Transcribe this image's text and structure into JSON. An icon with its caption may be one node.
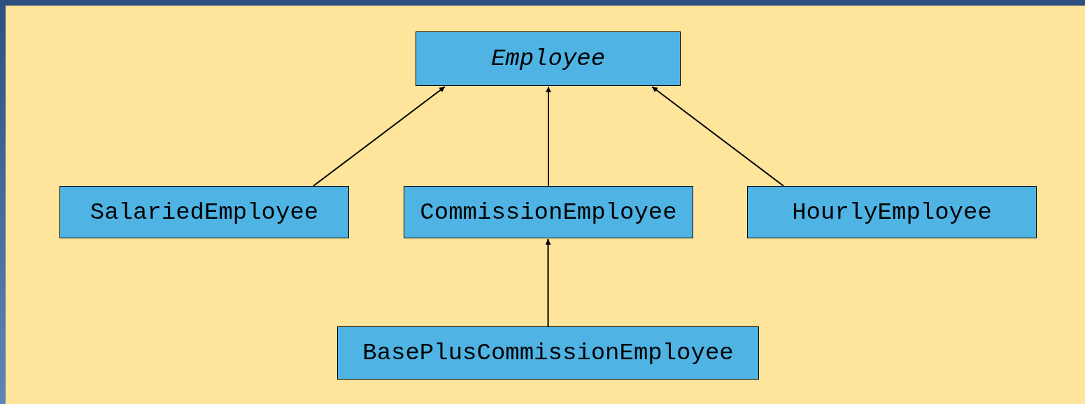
{
  "diagram": {
    "nodes": [
      {
        "text": [
          "Employee"
        ]
      },
      {
        "text": [
          "SalariedEmployee"
        ]
      },
      {
        "text": [
          "CommissionEmployee"
        ]
      },
      {
        "text": [
          "HourlyEmployee"
        ]
      },
      {
        "text": [
          "BasePlusCommissionEmployee"
        ]
      }
    ],
    "edges": [
      {
        "from": 1,
        "to": 0,
        "arrow": "to"
      },
      {
        "from": 2,
        "to": 0,
        "arrow": "to"
      },
      {
        "from": 3,
        "to": 0,
        "arrow": "to"
      },
      {
        "from": 4,
        "to": 2,
        "arrow": "to"
      }
    ]
  }
}
